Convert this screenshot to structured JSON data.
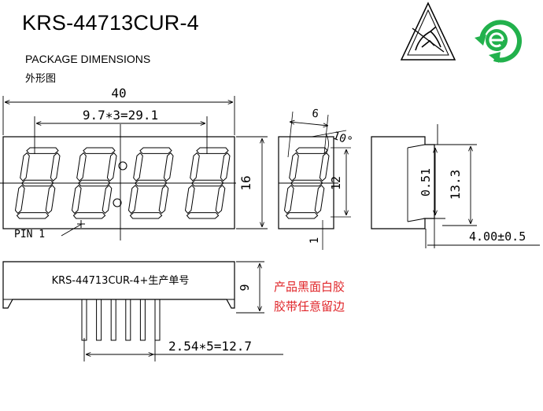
{
  "header": {
    "title": "KRS-44713CUR-4",
    "subtitle": "PACKAGE DIMENSIONS",
    "subtitle_cn": "外形图"
  },
  "icons": {
    "esd": "esd-warning-icon",
    "rohs": "rohs-e-icon",
    "rohs_color": "#22b14c"
  },
  "front_view": {
    "width_label": "40",
    "pitch_label": "9.7∗3=29.1",
    "height_label": "16",
    "pin_label": "PIN 1"
  },
  "side_view": {
    "angle_width_label": "6",
    "angle_label": "10°",
    "digit_height_label": "12",
    "offset_label": "1"
  },
  "right_view": {
    "inner_label": "0.51",
    "height_label": "13.3",
    "depth_label": "4.00±0.5"
  },
  "bottom_view": {
    "part_label": "KRS-44713CUR-4+生产单号",
    "height_label": "9",
    "pin_pitch_label": "2.54∗5=12.7",
    "note_line1": "产品黑面白胶",
    "note_line2": "胶带任意留边",
    "note_color": "#e0262a"
  }
}
